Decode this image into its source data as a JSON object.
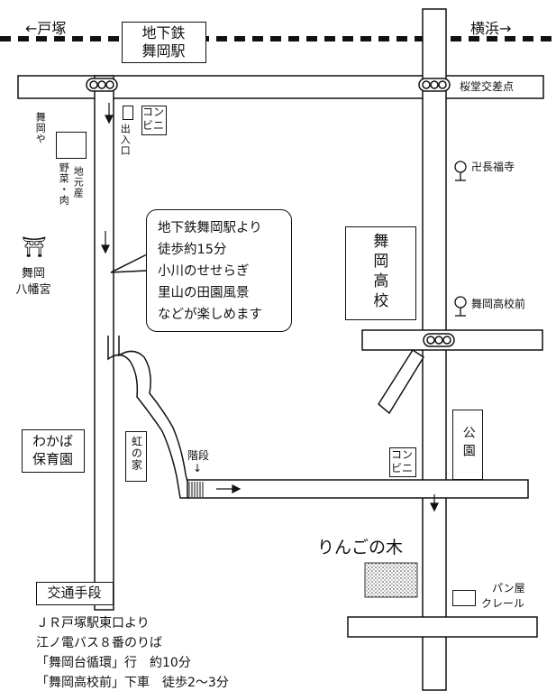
{
  "map": {
    "direction_left": "←戸塚",
    "direction_right": "横浜→",
    "station": [
      "地下鉄",
      "舞岡駅"
    ],
    "intersection": "桜堂交差点",
    "exit": "出入口",
    "convenience_store": "コンビニ",
    "left_shop": "舞岡や",
    "produce": "野菜・肉",
    "local_produce": "地元産",
    "shrine_symbol": "⛩",
    "shrine_name": [
      "舞岡",
      "八幡宮"
    ],
    "temple": "卍長福寺",
    "high_school": "舞岡高校",
    "bus_stop": "舞岡高校前",
    "nursery": [
      "わかば",
      "保育園"
    ],
    "niji_house": "虹の家",
    "stairs": "階段",
    "park": "公園",
    "destination": "りんごの木",
    "bakery": [
      "パン屋",
      "クレール"
    ]
  },
  "callout": [
    "地下鉄舞岡駅より",
    "徒歩約15分",
    "小川のせせらぎ",
    "里山の田園風景",
    "などが楽しめます"
  ],
  "transport": {
    "heading": "交通手段",
    "lines": [
      "ＪＲ戸塚駅東口より",
      "江ノ電バス８番のりば",
      "「舞岡台循環」行　約10分",
      "「舞岡高校前」下車　徒歩2～3分"
    ]
  }
}
